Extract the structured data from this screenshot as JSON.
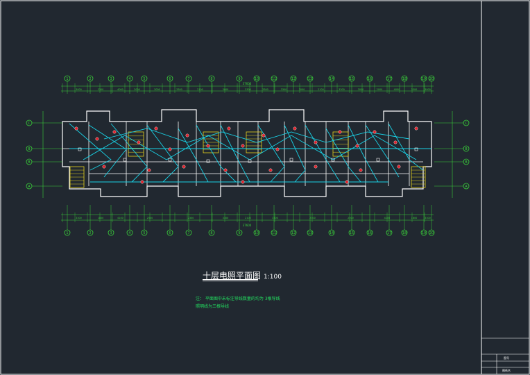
{
  "drawing": {
    "title": "十层电照平面图",
    "scale": "1:100",
    "note_line1": "注：  平面图中未标注导线数量的均为 3根导线",
    "note_line2": "照明线为三根导线"
  },
  "axes": {
    "top_labels": [
      "1",
      "2",
      "3",
      "4",
      "5",
      "6",
      "7",
      "8",
      "9",
      "10",
      "11",
      "12",
      "13",
      "14",
      "15",
      "16",
      "17",
      "18",
      "19",
      "20"
    ],
    "bottom_labels": [
      "1",
      "2",
      "3",
      "4",
      "5",
      "6",
      "7",
      "8",
      "9",
      "10",
      "11",
      "12",
      "13",
      "14",
      "15",
      "16",
      "17",
      "18",
      "19",
      "20"
    ],
    "left_labels": [
      "C",
      "B",
      "B",
      "A"
    ],
    "right_labels": [
      "C",
      "B",
      "B",
      "A"
    ]
  },
  "dimensions": {
    "top_overall": "37600",
    "bottom_overall": "37600",
    "top_segments": [
      "3000",
      "3300",
      "4000",
      "2000",
      "3000",
      "3300",
      "2100",
      "3000",
      "3300",
      "3300",
      "3300",
      "3000",
      "2100",
      "3300",
      "3000",
      "2000",
      "4000",
      "3300",
      "3000"
    ],
    "bottom_segments": [
      "3300",
      "1800",
      "4100",
      "2500",
      "2300",
      "3300",
      "2100",
      "3300",
      "2300",
      "2500",
      "4100",
      "1800",
      "3300"
    ]
  },
  "title_block": {
    "cell1": "图号",
    "cell2": "图纸名"
  },
  "colors": {
    "background": "#212830",
    "frame": "#ffffff",
    "walls": "#ffffff",
    "wiring": "#19d2e6",
    "devices": "#e0202a",
    "stairs": "#e6d21e",
    "axes": "#3ad23a",
    "dimension": "#3ad23a"
  }
}
